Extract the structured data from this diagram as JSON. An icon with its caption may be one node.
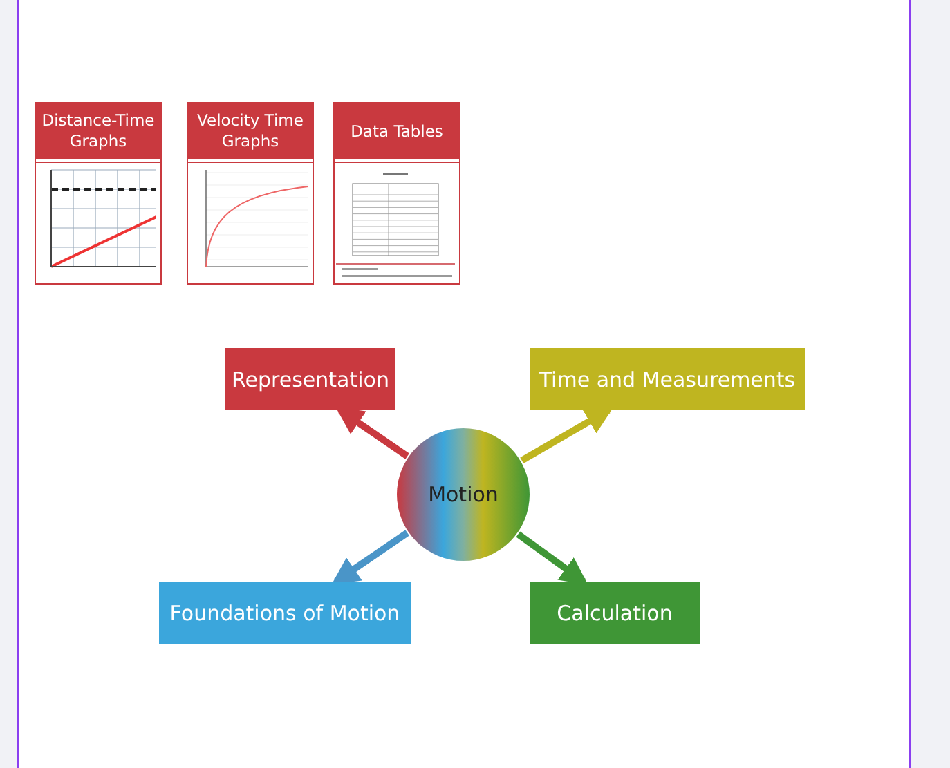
{
  "diagram": {
    "nodes": [
      {
        "text": [
          "Distance-Time Graphs"
        ]
      },
      {
        "text": [
          "Velocity Time Graphs"
        ]
      },
      {
        "text": [
          "Data Tables"
        ]
      },
      {
        "text": [
          "Representation"
        ]
      },
      {
        "text": [
          "Time and Measurements"
        ]
      },
      {
        "text": [
          "Motion"
        ]
      },
      {
        "text": [
          "Foundations of Motion"
        ]
      },
      {
        "text": [
          "Calculation"
        ]
      }
    ],
    "edges": [
      {
        "from": 5,
        "to": 3,
        "arrow": "to",
        "color": "#c9393f"
      },
      {
        "from": 5,
        "to": 4,
        "arrow": "to",
        "color": "#bfb520"
      },
      {
        "from": 5,
        "to": 6,
        "arrow": "to",
        "color": "#4a95c8"
      },
      {
        "from": 5,
        "to": 7,
        "arrow": "to",
        "color": "#3f9636"
      }
    ]
  }
}
